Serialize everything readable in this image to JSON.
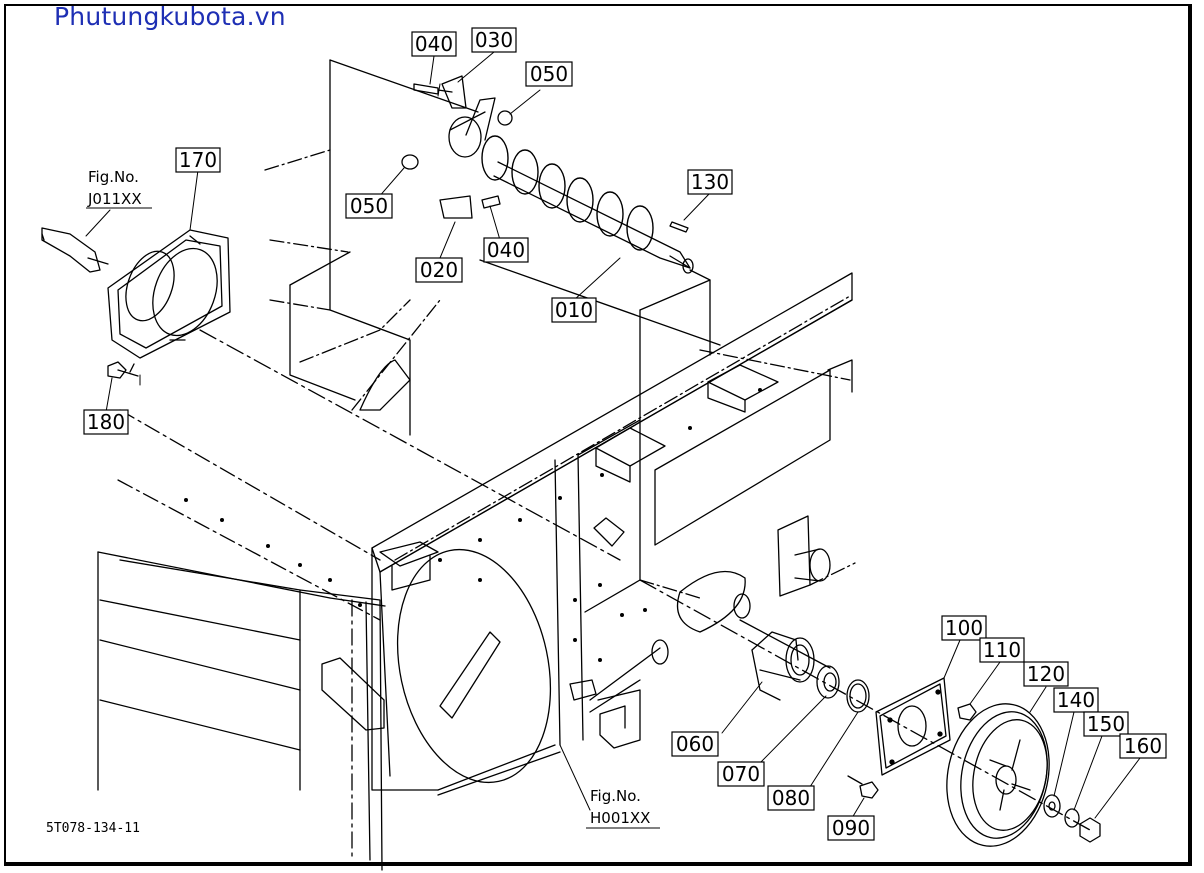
{
  "site_name": "Phutungkubota.vn",
  "drawing_code": "5T078-134-11",
  "fig_ref_left": {
    "label": "Fig.No.",
    "code": "J011XX"
  },
  "fig_ref_bottom": {
    "label": "Fig.No.",
    "code": "H001XX"
  },
  "parts": {
    "p010": "010",
    "p020": "020",
    "p030": "030",
    "p040a": "040",
    "p040b": "040",
    "p050a": "050",
    "p050b": "050",
    "p060": "060",
    "p070": "070",
    "p080": "080",
    "p090": "090",
    "p100": "100",
    "p110": "110",
    "p120": "120",
    "p130": "130",
    "p140": "140",
    "p150": "150",
    "p160": "160",
    "p170": "170",
    "p180": "180"
  },
  "colors": {
    "line": "#000000",
    "site_text": "#1e2fb4",
    "background": "#ffffff"
  }
}
